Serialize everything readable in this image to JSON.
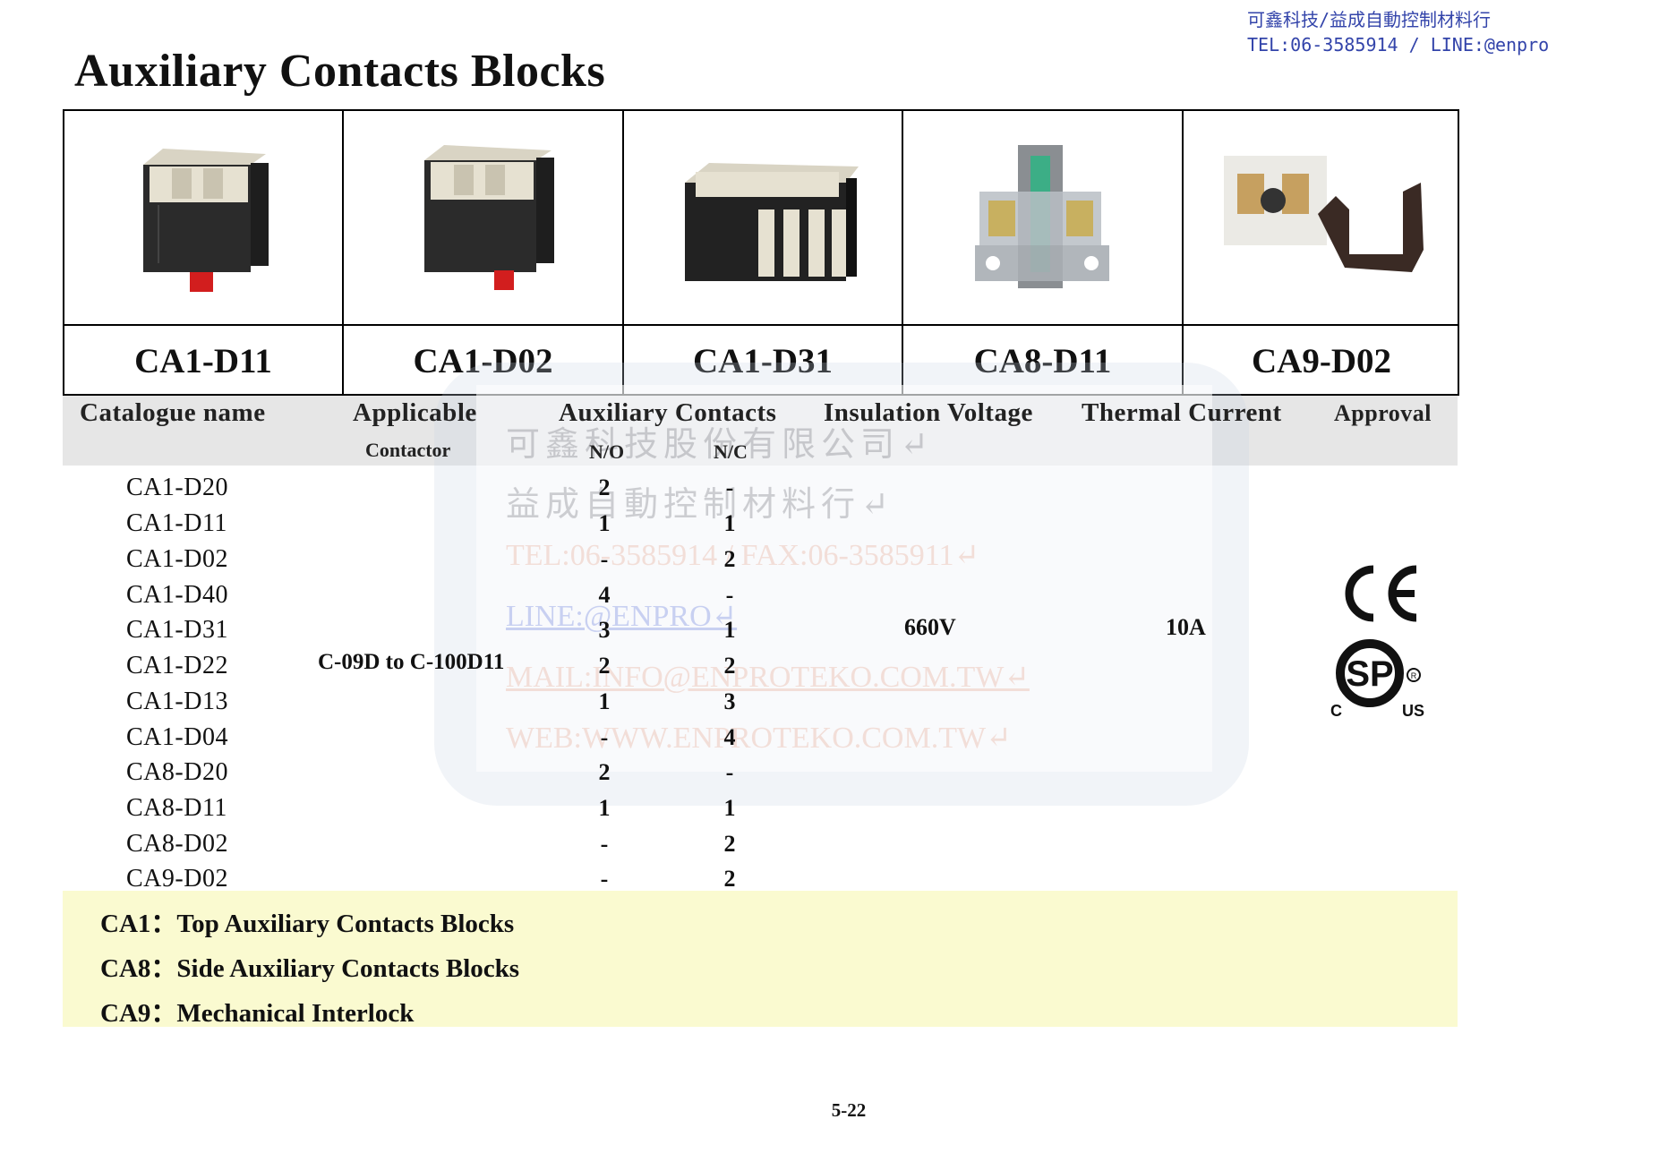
{
  "header": {
    "company_line": "可鑫科技/益成自動控制材料行",
    "contact_line": "TEL:06-3585914 / LINE:@enpro"
  },
  "title": "Auxiliary Contacts Blocks",
  "products": [
    {
      "name": "CA1-D11"
    },
    {
      "name": "CA1-D02"
    },
    {
      "name": "CA1-D31"
    },
    {
      "name": "CA8-D11"
    },
    {
      "name": "CA9-D02"
    }
  ],
  "table": {
    "headers": {
      "catalogue": "Catalogue name",
      "applicable": "Applicable",
      "contactor": "Contactor",
      "aux": "Auxiliary Contacts",
      "no": "N/O",
      "nc": "N/C",
      "insulation": "Insulation Voltage",
      "thermal": "Thermal Current",
      "approval": "Approval"
    },
    "rows": [
      {
        "name": "CA1-D20",
        "no": "2",
        "nc": "-"
      },
      {
        "name": "CA1-D11",
        "no": "1",
        "nc": "1"
      },
      {
        "name": "CA1-D02",
        "no": "-",
        "nc": "2"
      },
      {
        "name": "CA1-D40",
        "no": "4",
        "nc": "-"
      },
      {
        "name": "CA1-D31",
        "no": "3",
        "nc": "1"
      },
      {
        "name": "CA1-D22",
        "no": "2",
        "nc": "2"
      },
      {
        "name": "CA1-D13",
        "no": "1",
        "nc": "3"
      },
      {
        "name": "CA1-D04",
        "no": "-",
        "nc": "4"
      },
      {
        "name": "CA8-D20",
        "no": "2",
        "nc": "-"
      },
      {
        "name": "CA8-D11",
        "no": "1",
        "nc": "1"
      },
      {
        "name": "CA8-D02",
        "no": "-",
        "nc": "2"
      },
      {
        "name": "CA9-D02",
        "no": "-",
        "nc": "2"
      }
    ],
    "applicable_contactor": "C-09D to C-100D11",
    "insulation_voltage": "660V",
    "thermal_current": "10A",
    "approval": {
      "ce": "CE",
      "csa_c": "C",
      "csa_us": "US"
    }
  },
  "watermark": {
    "line1": "可鑫科技股份有限公司↵",
    "line2": "益成自動控制材料行↵",
    "line3": "TEL:06-3585914 / FAX:06-3585911↵",
    "line4": "LINE:@ENPRO↵",
    "line5": "MAIL:INFO@ENPROTEKO.COM.TW↵",
    "line6": "WEB:WWW.ENPROTEKO.COM.TW↵"
  },
  "notes": [
    {
      "text": "CA1：Top Auxiliary Contacts Blocks"
    },
    {
      "text": "CA8：Side Auxiliary Contacts Blocks"
    },
    {
      "text": "CA9：Mechanical Interlock"
    }
  ],
  "page_number": "5-22"
}
